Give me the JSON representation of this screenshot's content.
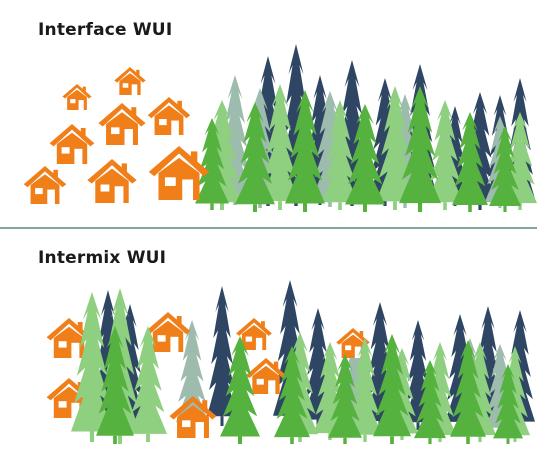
{
  "panels": [
    {
      "id": "interface",
      "heading": "Interface WUI"
    },
    {
      "id": "intermix",
      "heading": "Intermix WUI"
    }
  ],
  "colors": {
    "house": "#f07f1a",
    "house_detail": "#ffffff",
    "tree_dark": "#2e4664",
    "tree_green": "#56b23e",
    "tree_light": "#8fcf80",
    "tree_grey": "#9dbcad",
    "divider": "#7fa898",
    "heading": "#1a1a1a"
  }
}
